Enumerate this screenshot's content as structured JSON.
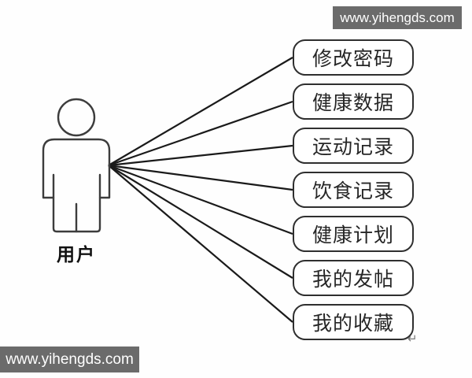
{
  "diagram": {
    "type": "use-case",
    "description_visible_only": "actor connected to seven use-case nodes"
  },
  "watermarks": {
    "top_right": "www.yihengds.com",
    "bottom_left": "www.yihengds.com"
  },
  "actor": {
    "label": "用户"
  },
  "use_cases": [
    {
      "label": "修改密码"
    },
    {
      "label": "健康数据"
    },
    {
      "label": "运动记录"
    },
    {
      "label": "饮食记录"
    },
    {
      "label": "健康计划"
    },
    {
      "label": "我的发帖"
    },
    {
      "label": "我的收藏"
    }
  ],
  "paragraph_mark": "↵",
  "colors": {
    "connector": "#1a1a1a",
    "box_border": "#2f2f2f",
    "box_background": "#ffffff",
    "watermark_background": "#6b6b6b",
    "watermark_text": "#ffffff",
    "actor_outline": "#3c3c3c",
    "text": "#262626",
    "page_background": "#fefefe",
    "mark_color": "#7a7a7a"
  }
}
